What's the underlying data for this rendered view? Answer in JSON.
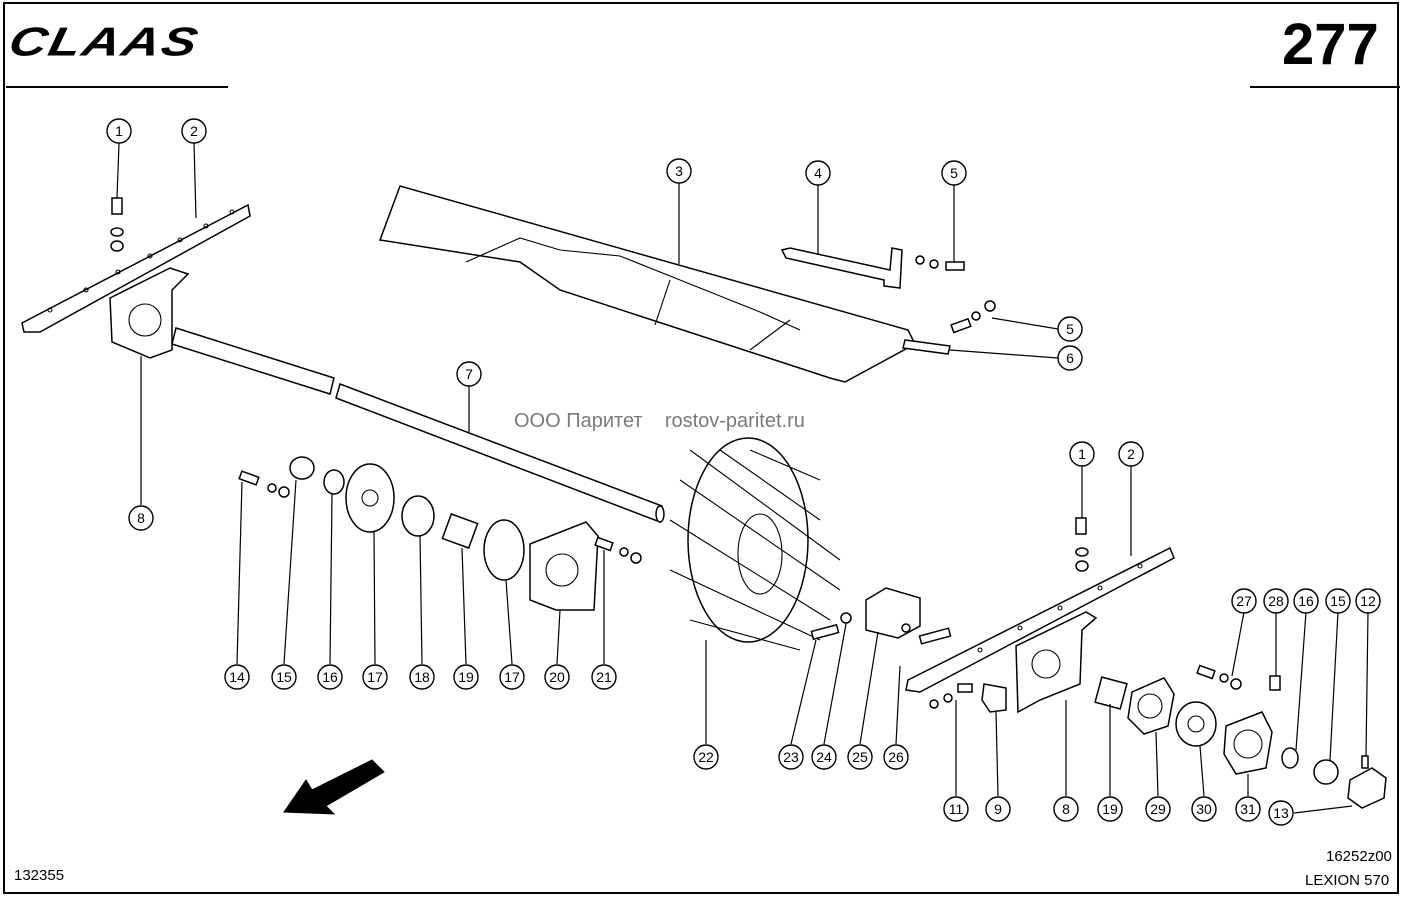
{
  "header": {
    "brand": "CLAAS",
    "page_number": "277"
  },
  "watermark": {
    "company": "ООО Паритет",
    "website": "rostov-paritet.ru"
  },
  "footer": {
    "document_number": "132355",
    "drawing_code": "16252z00",
    "model": "LEXION 570"
  },
  "callouts": [
    "1",
    "2",
    "3",
    "4",
    "5",
    "5",
    "6",
    "7",
    "8",
    "1",
    "2",
    "14",
    "15",
    "16",
    "17",
    "18",
    "19",
    "17",
    "20",
    "21",
    "22",
    "23",
    "24",
    "25",
    "26",
    "27",
    "28",
    "16",
    "15",
    "12",
    "11",
    "9",
    "8",
    "19",
    "29",
    "30",
    "31",
    "13"
  ]
}
